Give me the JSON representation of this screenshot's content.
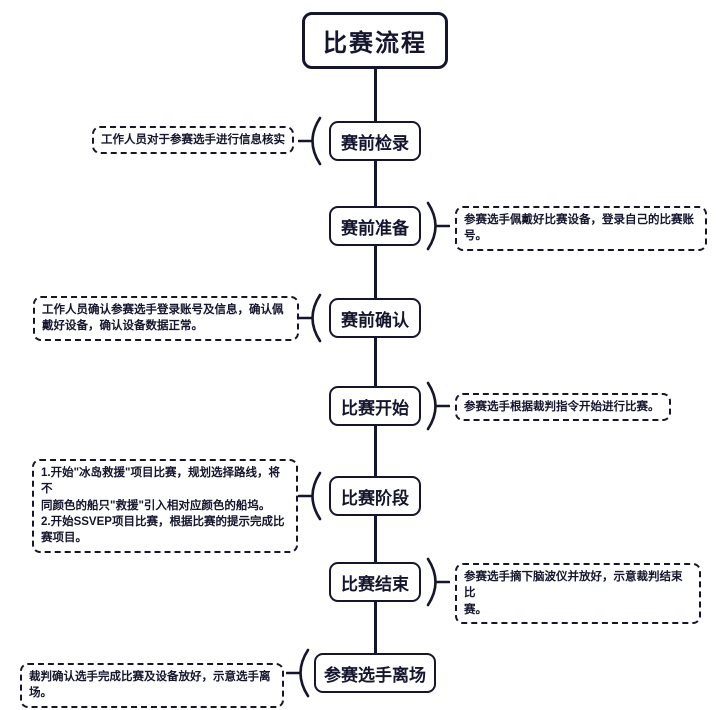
{
  "title": {
    "label": "比赛流程"
  },
  "colors": {
    "ink": "#15152e",
    "background": "#ffffff"
  },
  "nodes": [
    {
      "label": "赛前检录"
    },
    {
      "label": "赛前准备"
    },
    {
      "label": "赛前确认"
    },
    {
      "label": "比赛开始"
    },
    {
      "label": "比赛阶段"
    },
    {
      "label": "比赛结束"
    },
    {
      "label": "参赛选手离场"
    }
  ],
  "annotations": [
    {
      "side": "left",
      "target": "赛前检录",
      "text": "工作人员对于参赛选手进行信息核实"
    },
    {
      "side": "right",
      "target": "赛前准备",
      "text": "参赛选手佩戴好比赛设备，登录自己的比赛账\n号。"
    },
    {
      "side": "left",
      "target": "赛前确认",
      "text": "工作人员确认参赛选手登录账号及信息，确认佩\n戴好设备，确认设备数据正常。"
    },
    {
      "side": "right",
      "target": "比赛开始",
      "text": "参赛选手根据裁判指令开始进行比赛。"
    },
    {
      "side": "left",
      "target": "比赛阶段",
      "text": "1.开始\"冰岛救援\"项目比赛，规划选择路线，将不\n同颜色的船只\"救援\"引入相对应颜色的船坞。\n2.开始SSVEP项目比赛，根据比赛的提示完成比\n赛项目。"
    },
    {
      "side": "right",
      "target": "比赛结束",
      "text": "参赛选手摘下脑波仪并放好，示意裁判结束比\n赛。"
    },
    {
      "side": "left",
      "target": "参赛选手离场",
      "text": "裁判确认选手完成比赛及设备放好，示意选手离\n场。"
    }
  ],
  "icons": {
    "left_brace": "opening-parenthesis-brace",
    "right_brace": "closing-parenthesis-brace"
  }
}
